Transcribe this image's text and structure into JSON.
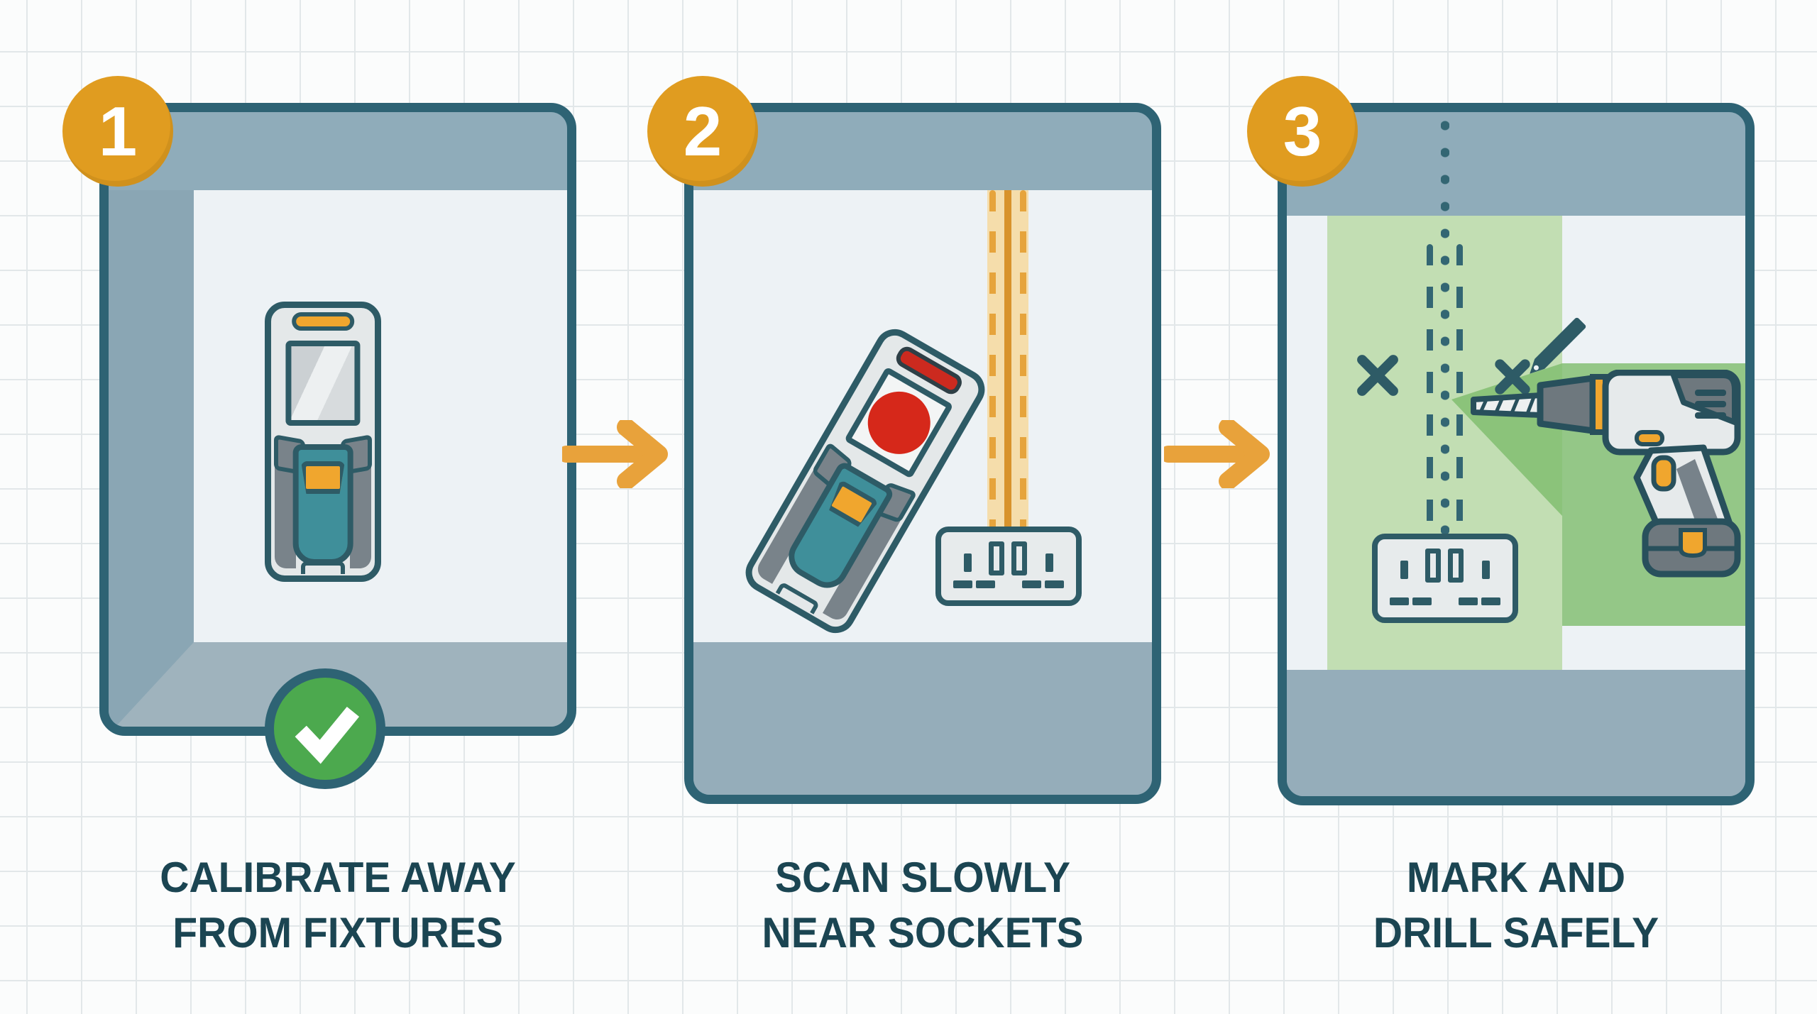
{
  "steps": [
    {
      "number": "1",
      "label": [
        "CALIBRATE AWAY",
        "FROM FIXTURES"
      ]
    },
    {
      "number": "2",
      "label": [
        "SCAN SLOWLY",
        "NEAR SOCKETS"
      ]
    },
    {
      "number": "3",
      "label": [
        "MARK AND",
        "DRILL SAFELY"
      ]
    }
  ],
  "colors": {
    "accent_orange": "#E09C20",
    "arrow_orange": "#E8A23B",
    "panel_border_teal": "#2E6374",
    "panel_band_blue": "#8FACBA",
    "interior_white": "#EDF2F5",
    "label_text": "#1B4552",
    "check_green": "#4CA94E",
    "zone_light_green": "#C2DEB3",
    "zone_dark_green": "#7DBC6B",
    "device_teal": "#3F8F9A",
    "alert_red": "#D6281A",
    "scanline_orange": "#D8932C"
  }
}
